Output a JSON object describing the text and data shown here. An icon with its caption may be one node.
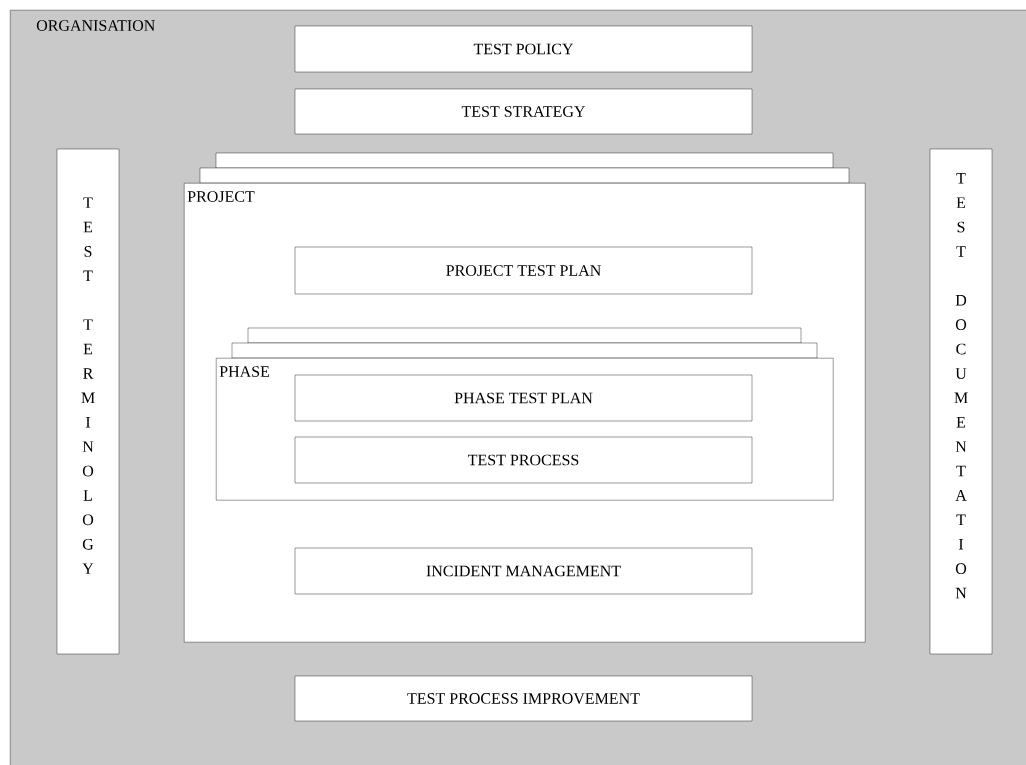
{
  "diagram": {
    "nodes": [
      {
        "text": [
          "ORGANISATION"
        ]
      },
      {
        "text": [
          "TEST POLICY"
        ],
        "in": 0
      },
      {
        "text": [
          "TEST STRATEGY"
        ],
        "in": 0
      },
      {
        "text": [
          "TEST TERMINOLOGY"
        ],
        "in": 0
      },
      {
        "text": [
          "PROJECT"
        ],
        "in": 0
      },
      {
        "text": [
          "PROJECT TEST PLAN"
        ],
        "in": 4
      },
      {
        "text": [
          "PHASE"
        ],
        "in": 4
      },
      {
        "text": [
          "PHASE TEST PLAN"
        ],
        "in": 6
      },
      {
        "text": [
          "TEST PROCESS"
        ],
        "in": 6
      },
      {
        "text": [
          "INCIDENT MANAGEMENT"
        ],
        "in": 4
      },
      {
        "text": [
          "TEST DOCUMENTATION"
        ],
        "in": 0
      },
      {
        "text": [
          "TEST PROCESS IMPROVEMENT"
        ],
        "in": 0
      }
    ]
  }
}
